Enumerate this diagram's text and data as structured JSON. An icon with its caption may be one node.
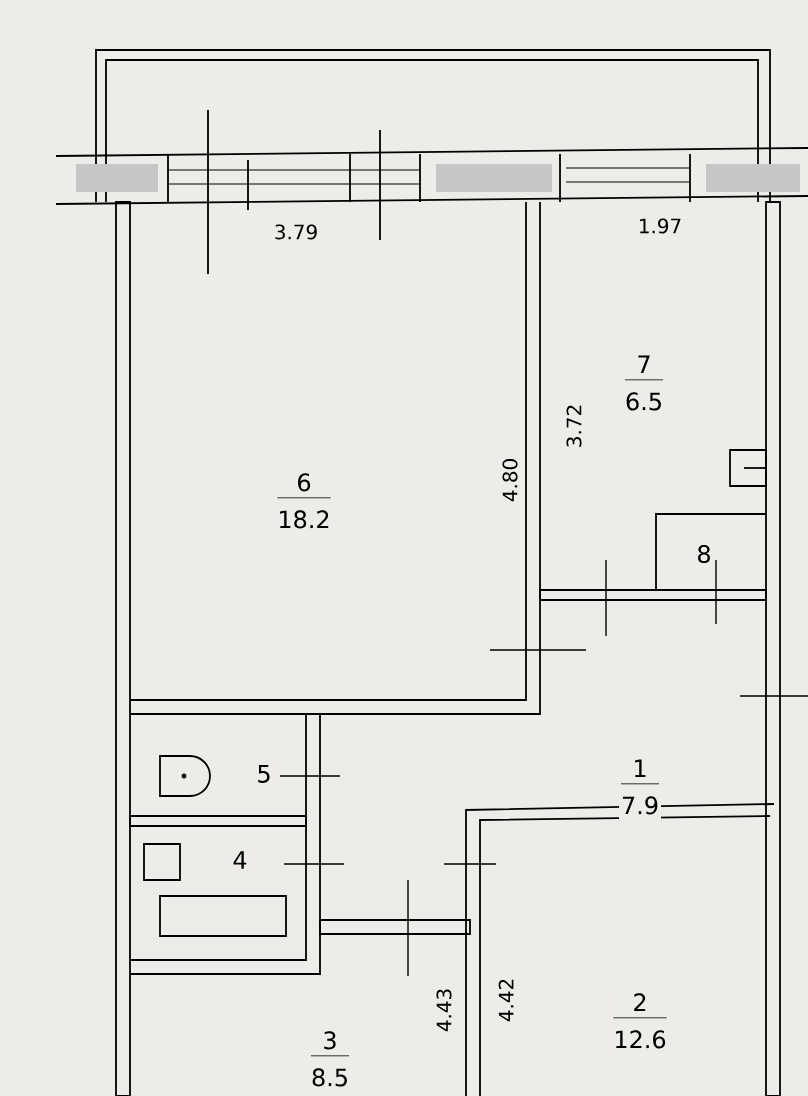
{
  "diagram": {
    "nodes": [
      {
        "text": [
          "6",
          "18.2"
        ]
      },
      {
        "text": [
          "7",
          "6.5"
        ]
      },
      {
        "text": [
          "8"
        ]
      },
      {
        "text": [
          "1",
          "7.9"
        ]
      },
      {
        "text": [
          "5"
        ]
      },
      {
        "text": [
          "4"
        ]
      },
      {
        "text": [
          "2",
          "12.6"
        ]
      },
      {
        "text": [
          "3",
          "8.5"
        ]
      }
    ],
    "labels": [
      "3.79",
      "1.97",
      "4.80",
      "3.72",
      "4.43",
      "4.42"
    ]
  }
}
